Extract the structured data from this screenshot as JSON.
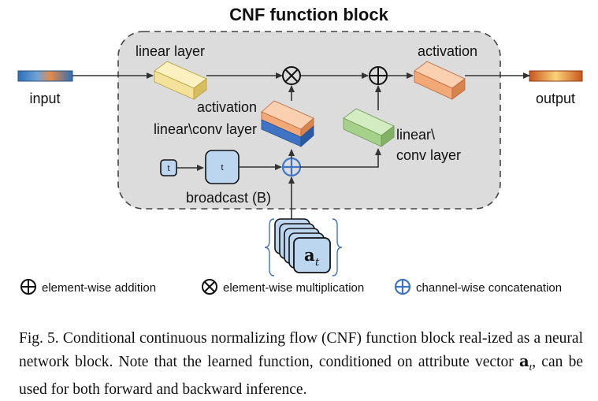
{
  "title": "CNF function block",
  "labels": {
    "input": "input",
    "output": "output",
    "linear_layer": "linear layer",
    "activation_top": "activation",
    "activation_mid": "activation",
    "linear_conv_layer": "linear\\conv layer",
    "linear_right_1": "linear\\",
    "linear_right_2": "conv layer",
    "t_small": "t",
    "t_box": "t",
    "broadcast": "broadcast (B)",
    "a_t_main": "a",
    "a_t_sub": "t"
  },
  "legend": {
    "addition": "element-wise addition",
    "multiplication": "element-wise multiplication",
    "concatenation": "channel-wise concatenation"
  },
  "caption": {
    "prefix": "Fig. 5.  Conditional continuous normalizing flow (CNF) function block real-ized as a neural network block. Note that the learned function, conditioned on attribute vector ",
    "vector": "a",
    "vector_sub": "t",
    "suffix": ", can be used for both forward and backward inference."
  },
  "colors": {
    "block_fill": "#dcdcdc",
    "linear_yellow": "#f5e29a",
    "activation_orange": "#f3a877",
    "linear_green": "#a6d18a",
    "concat_blue": "#3f73c4",
    "t_fill": "#bcd6ef"
  }
}
